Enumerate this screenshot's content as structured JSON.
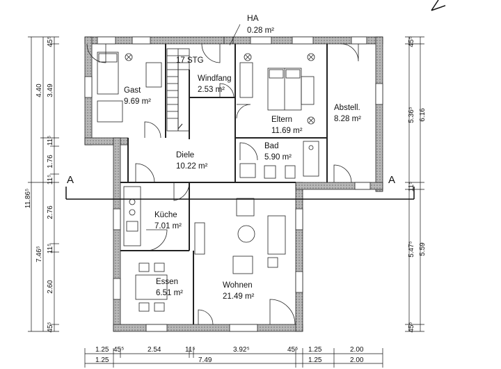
{
  "labels": {
    "ha": "HA",
    "ha_area": "0.28 m²",
    "stairs": "17 STG",
    "section_left": "A",
    "section_right": "A"
  },
  "rooms": [
    {
      "id": "gast",
      "name": "Gast",
      "area": "9.69 m²"
    },
    {
      "id": "windfang",
      "name": "Windfang",
      "area": "2.53 m²"
    },
    {
      "id": "eltern",
      "name": "Eltern",
      "area": "11.69 m²"
    },
    {
      "id": "abstell",
      "name": "Abstell.",
      "area": "8.28 m²"
    },
    {
      "id": "diele",
      "name": "Diele",
      "area": "10.22 m²"
    },
    {
      "id": "bad",
      "name": "Bad",
      "area": "5.90 m²"
    },
    {
      "id": "kueche",
      "name": "Küche",
      "area": "7.01 m²"
    },
    {
      "id": "essen",
      "name": "Essen",
      "area": "6.51 m²"
    },
    {
      "id": "wohnen",
      "name": "Wohnen",
      "area": "21.49 m²"
    }
  ],
  "dims_left_outer": [
    "11.86⁵",
    "7.46⁵"
  ],
  "dims_left_inner": [
    "4.40",
    "45⁵",
    "3.49",
    "11⁵",
    "1.76",
    "11⁵",
    "2.76",
    "11⁵",
    "2.60",
    "45⁵"
  ],
  "dims_right_outer": [
    "45⁵",
    "5.36⁵",
    "6.16",
    "11⁵",
    "5.47⁵",
    "5.59",
    "45⁵"
  ],
  "dims_bottom_row1": [
    "1.25",
    "45⁵",
    "2.54",
    "11⁵",
    "3.92⁵",
    "45⁵",
    "1.25",
    "2.00"
  ],
  "dims_bottom_row2": [
    "1.25",
    "7.49",
    "1.25",
    "2.00"
  ]
}
